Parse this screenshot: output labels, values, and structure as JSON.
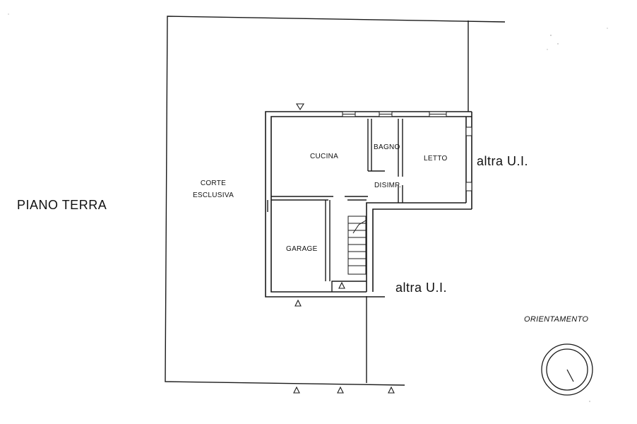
{
  "floor_label": "PIANO TERRA",
  "rooms": {
    "corte_line1": "CORTE",
    "corte_line2": "ESCLUSIVA",
    "cucina": "CUCINA",
    "bagno": "BAGNO",
    "letto": "LETTO",
    "disimp": "DISIMP.",
    "garage": "GARAGE"
  },
  "neighbors": {
    "right": "altra U.I.",
    "bottom": "altra U.I."
  },
  "orientation_label": "ORIENTAMENTO",
  "colors": {
    "line": "#1a1a1a",
    "background": "#ffffff"
  }
}
